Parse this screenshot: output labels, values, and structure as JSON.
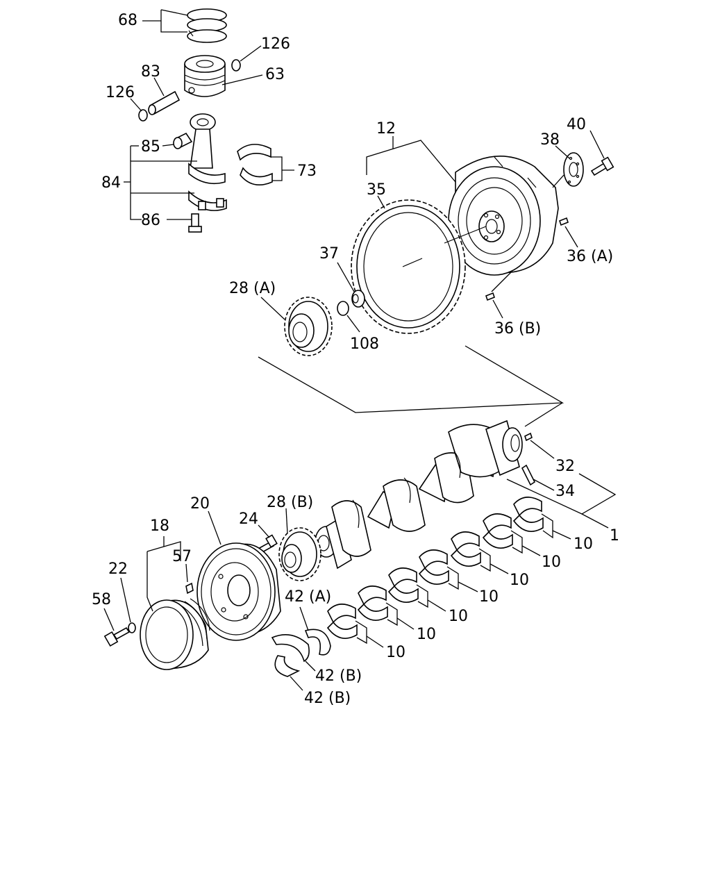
{
  "labels": {
    "l68": "68",
    "l126a": "126",
    "l83": "83",
    "l63": "63",
    "l126b": "126",
    "l85": "85",
    "l84": "84",
    "l73": "73",
    "l86": "86",
    "l12": "12",
    "l40": "40",
    "l38": "38",
    "l35": "35",
    "l36a": "36 (A)",
    "l37": "37",
    "l28a": "28 (A)",
    "l108": "108",
    "l36b": "36 (B)",
    "l32": "32",
    "l34": "34",
    "l1": "1",
    "l20": "20",
    "l28b": "28 (B)",
    "l24": "24",
    "l18": "18",
    "l57": "57",
    "l22": "22",
    "l58": "58",
    "l42a": "42 (A)",
    "l42b1": "42 (B)",
    "l42b2": "42 (B)",
    "l10_1": "10",
    "l10_2": "10",
    "l10_3": "10",
    "l10_4": "10",
    "l10_5": "10",
    "l10_6": "10",
    "l10_7": "10"
  }
}
